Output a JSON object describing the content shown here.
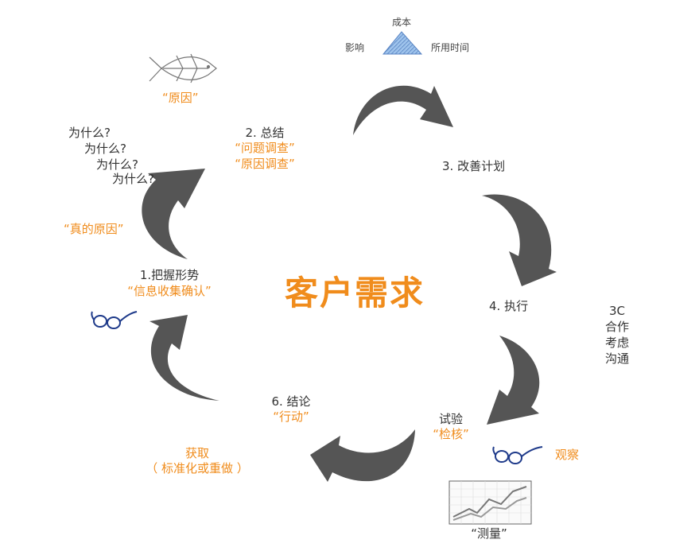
{
  "center_title": "客户需求",
  "triangle": {
    "top": "成本",
    "left": "影响",
    "right": "所用时间"
  },
  "fish_label": "“原因”",
  "whys": [
    "为什么?",
    "为什么?",
    "为什么?",
    "为什么?"
  ],
  "true_reason": "“真的原因”",
  "steps": {
    "s1": {
      "title": "1.把握形势",
      "sub": "“信息收集确认”"
    },
    "s2": {
      "title": "2. 总结",
      "sub1": "“问题调查”",
      "sub2": "“原因调查”"
    },
    "s3": {
      "title": "3. 改善计划"
    },
    "s4": {
      "title": "4. 执行"
    },
    "s5": {
      "title": "试验",
      "sub": "“检核”"
    },
    "s6": {
      "title": "6. 结论",
      "sub": "“行动”"
    }
  },
  "three_c": [
    "3C",
    "合作",
    "考虑",
    "沟通"
  ],
  "observe": "观察",
  "measure": "“测量”",
  "obtain": {
    "line1": "获取",
    "line2": "（ 标准化或重做 ）"
  },
  "colors": {
    "orange": "#f08c1c",
    "arrow": "#555555",
    "text": "#333333",
    "glasses": "#1e3a8a",
    "triangle": "#8fb7e6"
  }
}
